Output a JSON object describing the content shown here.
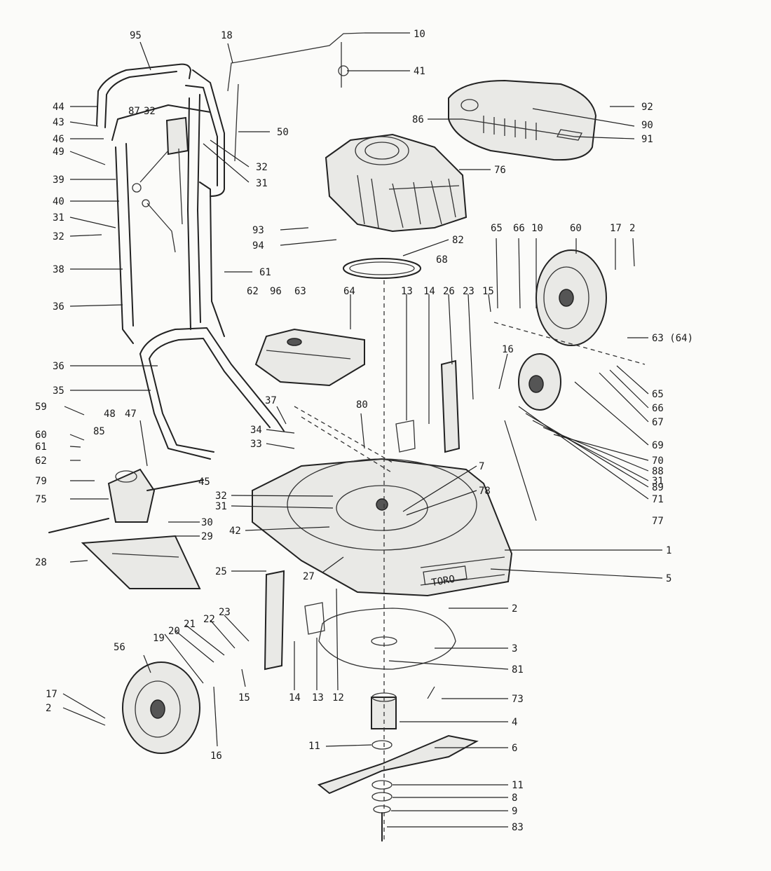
{
  "diagram": {
    "labels": [
      {
        "id": "c95",
        "text": "95"
      },
      {
        "id": "c18",
        "text": "18"
      },
      {
        "id": "c10t",
        "text": "10"
      },
      {
        "id": "c41",
        "text": "41"
      },
      {
        "id": "c44",
        "text": "44"
      },
      {
        "id": "c43",
        "text": "43"
      },
      {
        "id": "c87",
        "text": "87"
      },
      {
        "id": "c32a",
        "text": "32"
      },
      {
        "id": "c46",
        "text": "46"
      },
      {
        "id": "c49",
        "text": "49"
      },
      {
        "id": "c39",
        "text": "39"
      },
      {
        "id": "c40",
        "text": "40"
      },
      {
        "id": "c31a",
        "text": "31"
      },
      {
        "id": "c32b",
        "text": "32"
      },
      {
        "id": "c38",
        "text": "38"
      },
      {
        "id": "c36a",
        "text": "36"
      },
      {
        "id": "c50",
        "text": "50"
      },
      {
        "id": "c32c",
        "text": "32"
      },
      {
        "id": "c31b",
        "text": "31"
      },
      {
        "id": "c86",
        "text": "86"
      },
      {
        "id": "c92",
        "text": "92"
      },
      {
        "id": "c90",
        "text": "90"
      },
      {
        "id": "c91",
        "text": "91"
      },
      {
        "id": "c76",
        "text": "76"
      },
      {
        "id": "c93",
        "text": "93"
      },
      {
        "id": "c94",
        "text": "94"
      },
      {
        "id": "c82",
        "text": "82"
      },
      {
        "id": "c68",
        "text": "68"
      },
      {
        "id": "c61a",
        "text": "61"
      },
      {
        "id": "c62a",
        "text": "62"
      },
      {
        "id": "c96",
        "text": "96"
      },
      {
        "id": "c63",
        "text": "63"
      },
      {
        "id": "c64",
        "text": "64"
      },
      {
        "id": "c13a",
        "text": "13"
      },
      {
        "id": "c14a",
        "text": "14"
      },
      {
        "id": "c26",
        "text": "26"
      },
      {
        "id": "c23a",
        "text": "23"
      },
      {
        "id": "c15a",
        "text": "15"
      },
      {
        "id": "c65",
        "text": "65"
      },
      {
        "id": "c66",
        "text": "66"
      },
      {
        "id": "c10b",
        "text": "10"
      },
      {
        "id": "c60a",
        "text": "60"
      },
      {
        "id": "c17a",
        "text": "17"
      },
      {
        "id": "c2a",
        "text": "2"
      },
      {
        "id": "c36b",
        "text": "36"
      },
      {
        "id": "c35",
        "text": "35"
      },
      {
        "id": "c59",
        "text": "59"
      },
      {
        "id": "c48",
        "text": "48"
      },
      {
        "id": "c47",
        "text": "47"
      },
      {
        "id": "c60b",
        "text": "60"
      },
      {
        "id": "c85",
        "text": "85"
      },
      {
        "id": "c61b",
        "text": "61"
      },
      {
        "id": "c62b",
        "text": "62"
      },
      {
        "id": "c79",
        "text": "79"
      },
      {
        "id": "c75",
        "text": "75"
      },
      {
        "id": "c37",
        "text": "37"
      },
      {
        "id": "c80",
        "text": "80"
      },
      {
        "id": "c34",
        "text": "34"
      },
      {
        "id": "c33",
        "text": "33"
      },
      {
        "id": "c45",
        "text": "45"
      },
      {
        "id": "c32d",
        "text": "32"
      },
      {
        "id": "c31c",
        "text": "31"
      },
      {
        "id": "c42",
        "text": "42"
      },
      {
        "id": "c30",
        "text": "30"
      },
      {
        "id": "c29",
        "text": "29"
      },
      {
        "id": "c28",
        "text": "28"
      },
      {
        "id": "c25",
        "text": "25"
      },
      {
        "id": "c27",
        "text": "27"
      },
      {
        "id": "c7",
        "text": "7"
      },
      {
        "id": "c78",
        "text": "78"
      },
      {
        "id": "c1",
        "text": "1"
      },
      {
        "id": "c5",
        "text": "5"
      },
      {
        "id": "c63r",
        "text": "63 (64)"
      },
      {
        "id": "c16a",
        "text": "16"
      },
      {
        "id": "c65b",
        "text": "65"
      },
      {
        "id": "c66b",
        "text": "66"
      },
      {
        "id": "c67",
        "text": "67"
      },
      {
        "id": "c69",
        "text": "69"
      },
      {
        "id": "c70",
        "text": "70"
      },
      {
        "id": "c88",
        "text": "88"
      },
      {
        "id": "c31d",
        "text": "31"
      },
      {
        "id": "c89",
        "text": "89"
      },
      {
        "id": "c71",
        "text": "71"
      },
      {
        "id": "c77",
        "text": "77"
      },
      {
        "id": "c2b",
        "text": "2"
      },
      {
        "id": "c3",
        "text": "3"
      },
      {
        "id": "c81",
        "text": "81"
      },
      {
        "id": "c56",
        "text": "56"
      },
      {
        "id": "c19",
        "text": "19"
      },
      {
        "id": "c20",
        "text": "20"
      },
      {
        "id": "c21",
        "text": "21"
      },
      {
        "id": "c22",
        "text": "22"
      },
      {
        "id": "c23b",
        "text": "23"
      },
      {
        "id": "c17b",
        "text": "17"
      },
      {
        "id": "c2c",
        "text": "2"
      },
      {
        "id": "c14b",
        "text": "14"
      },
      {
        "id": "c13b",
        "text": "13"
      },
      {
        "id": "c12",
        "text": "12"
      },
      {
        "id": "c15b",
        "text": "15"
      },
      {
        "id": "c16b",
        "text": "16"
      },
      {
        "id": "c73",
        "text": "73"
      },
      {
        "id": "c4",
        "text": "4"
      },
      {
        "id": "c11a",
        "text": "11"
      },
      {
        "id": "c6",
        "text": "6"
      },
      {
        "id": "c11b",
        "text": "11"
      },
      {
        "id": "c8",
        "text": "8"
      },
      {
        "id": "c9",
        "text": "9"
      },
      {
        "id": "c83",
        "text": "83"
      }
    ],
    "brand_text": "TORO"
  }
}
